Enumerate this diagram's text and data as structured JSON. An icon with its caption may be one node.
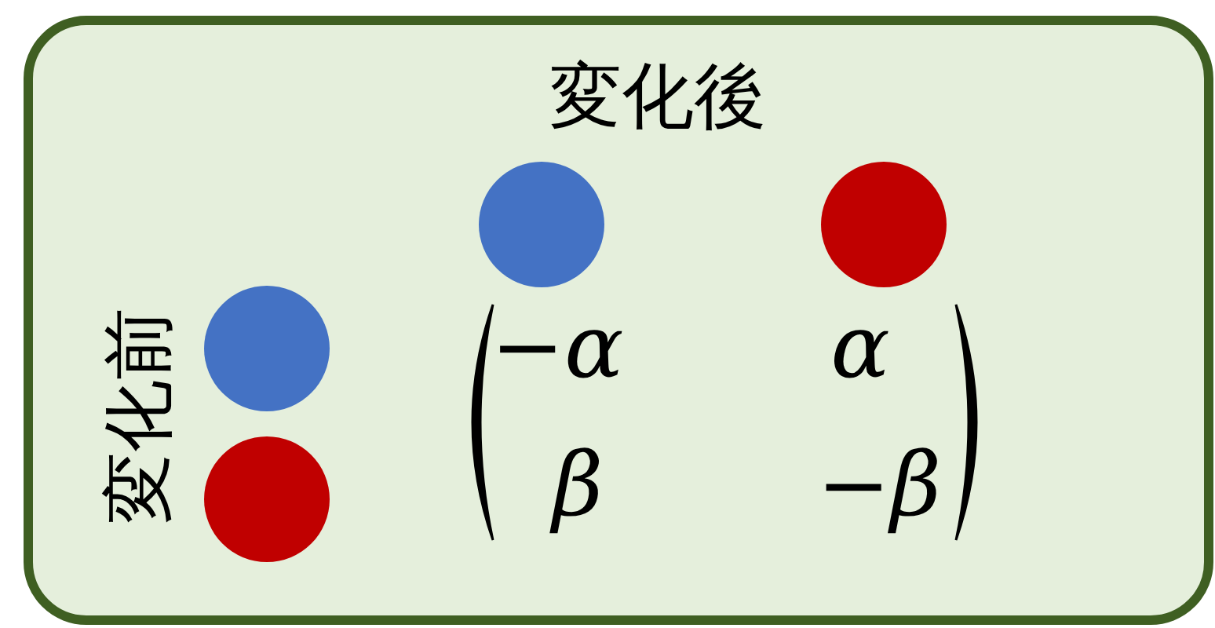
{
  "diagram": {
    "nodes": [
      {
        "text": [
          "変化後",
          "変化前"
        ]
      },
      {
        "text": [],
        "shape": "circle",
        "in": 0
      },
      {
        "text": [],
        "shape": "circle",
        "in": 0
      },
      {
        "text": [],
        "shape": "circle",
        "in": 0
      },
      {
        "text": [],
        "shape": "circle",
        "in": 0
      }
    ],
    "edges": [],
    "labels": [
      "−α",
      "α",
      "β",
      "−β"
    ]
  }
}
